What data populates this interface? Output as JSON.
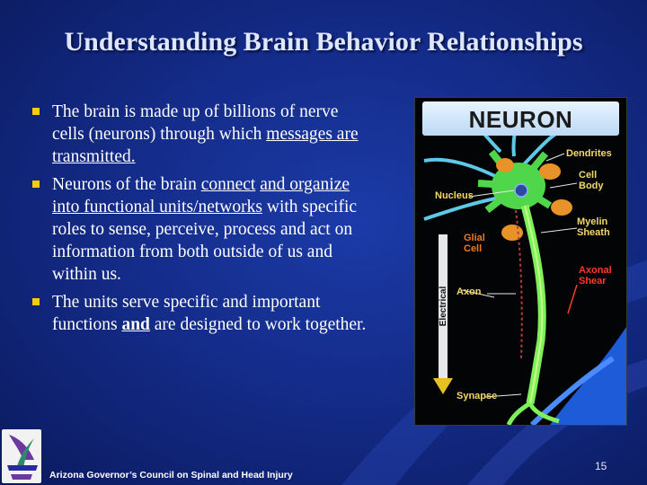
{
  "slide": {
    "title": "Understanding Brain Behavior Relationships",
    "page_number": "15",
    "footer": "Arizona Governor’s Council on Spinal and Head Injury"
  },
  "bullets": [
    {
      "text1": "The brain is made up of billions of nerve cells (neurons) through which ",
      "underlined": "messages are transmitted."
    },
    {
      "text1": "Neurons of the brain ",
      "u1": "connect",
      "u2": "and organize into functional units/networks",
      "text2": " with specific roles to sense, perceive, process and act on information from both outside of us and within us."
    },
    {
      "text1": "The units serve specific and important functions ",
      "bold_u": "and",
      "text2": " are designed to work together."
    }
  ],
  "neuron": {
    "title": "NEURON",
    "labels": {
      "dendrites": "Dendrites",
      "cell_body": "Cell Body",
      "nucleus": "Nucleus",
      "myelin_sheath": "Myelin Sheath",
      "glial_cell": "Glial Cell",
      "axonal_shear": "Axonal Shear",
      "axon": "Axon",
      "electrical": "Electrical",
      "synapse": "Synapse"
    }
  },
  "colors": {
    "bullet": "#ffcc00",
    "label": "#f4d86a",
    "axonal_shear": "#ff3a2a",
    "neuron_green": "#6fe84a"
  }
}
